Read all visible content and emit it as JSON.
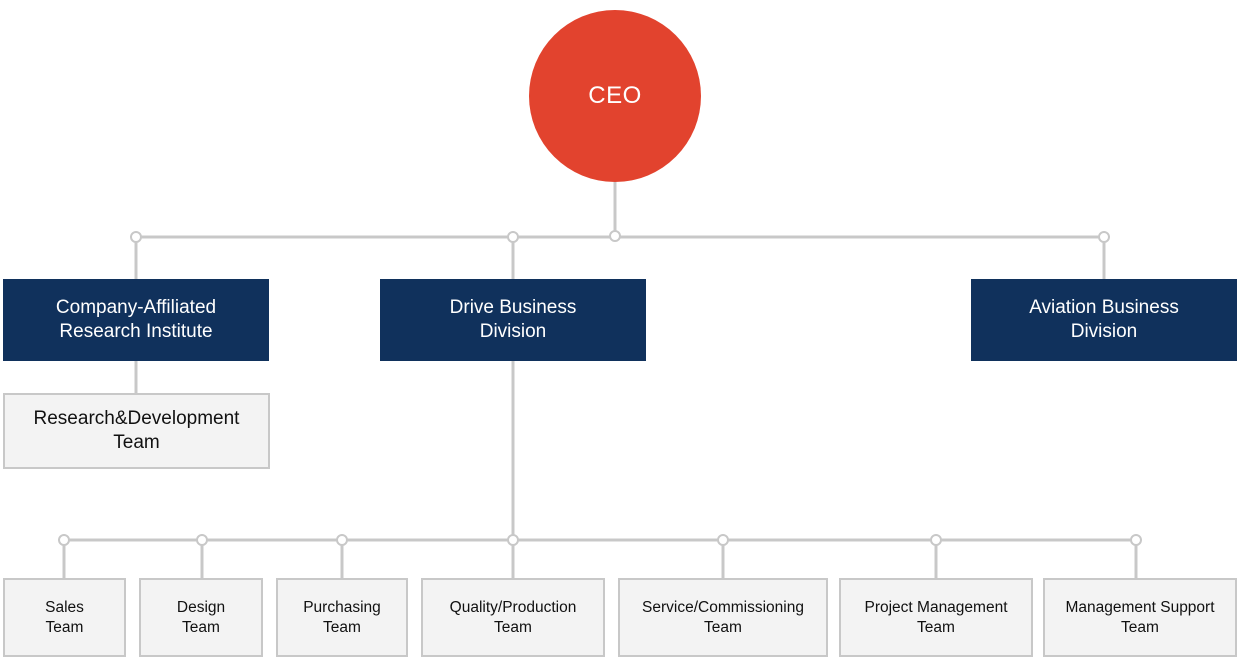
{
  "ceo": {
    "label": "CEO"
  },
  "divisions": [
    {
      "label": "Company-Affiliated\nResearch Institute"
    },
    {
      "label": "Drive Business\nDivision"
    },
    {
      "label": "Aviation Business\nDivision"
    }
  ],
  "research_team": {
    "label": "Research&Development\nTeam"
  },
  "drive_teams": [
    {
      "label": "Sales\nTeam"
    },
    {
      "label": "Design\nTeam"
    },
    {
      "label": "Purchasing\nTeam"
    },
    {
      "label": "Quality/Production\nTeam"
    },
    {
      "label": "Service/Commissioning\nTeam"
    },
    {
      "label": "Project Management\nTeam"
    },
    {
      "label": "Management Support\nTeam"
    }
  ],
  "colors": {
    "ceo": "#e2432e",
    "division": "#10315c",
    "team_fill": "#f3f3f3",
    "connector": "#c8c8c8"
  }
}
